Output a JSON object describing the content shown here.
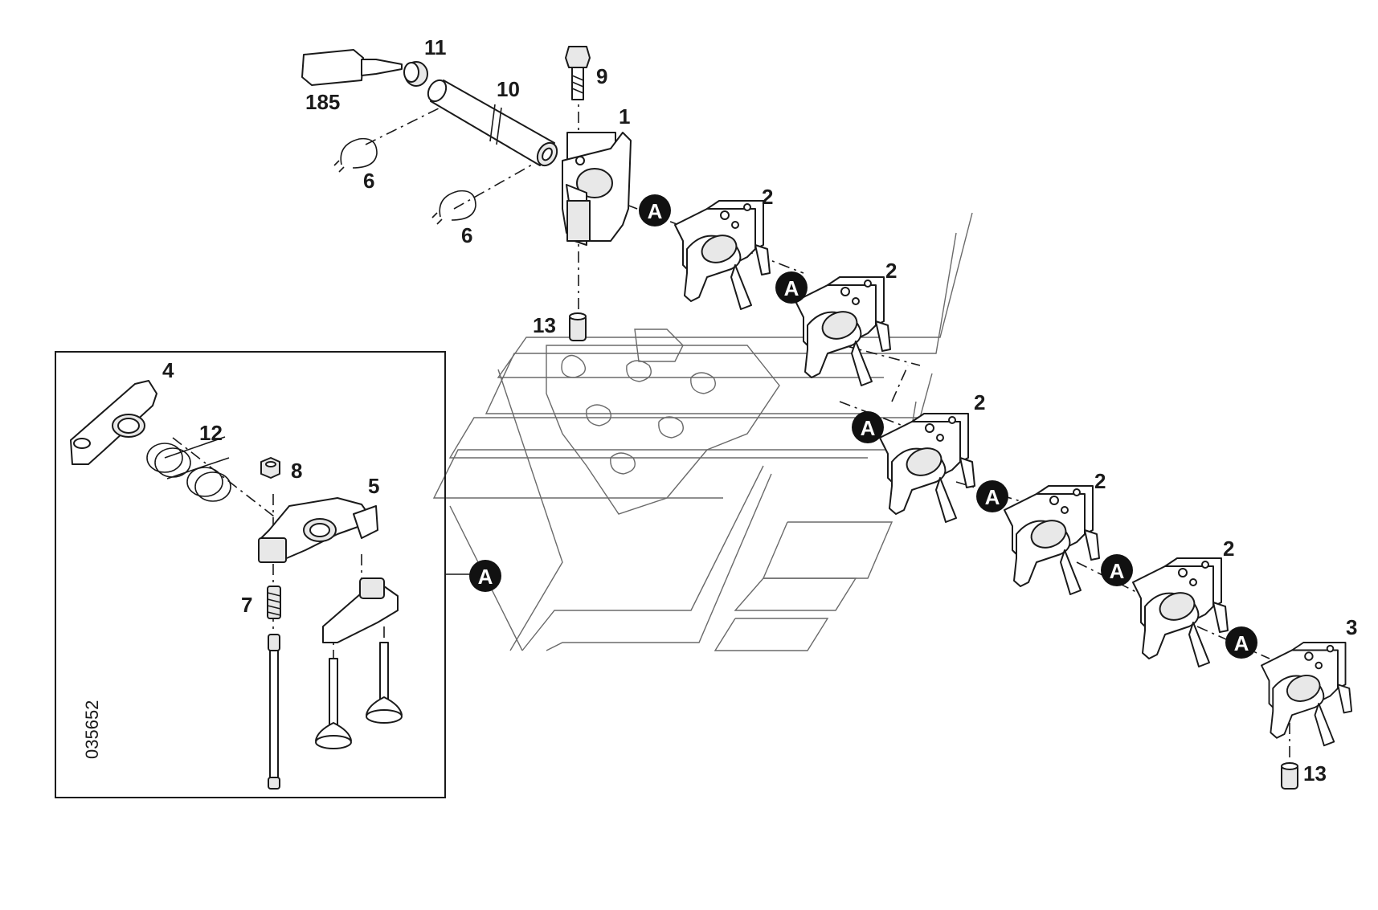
{
  "diagram": {
    "part_numbers": {
      "p1": "1",
      "p2": "2",
      "p3": "3",
      "p4": "4",
      "p5": "5",
      "p6": "6",
      "p7": "7",
      "p8": "8",
      "p9": "9",
      "p10": "10",
      "p11": "11",
      "p12": "12",
      "p13": "13",
      "p185": "185"
    },
    "reference_marker": "A",
    "drawing_number": "035652",
    "colors": {
      "line": "#1a1a1a",
      "marker_fill": "#111111",
      "background": "#ffffff"
    }
  }
}
